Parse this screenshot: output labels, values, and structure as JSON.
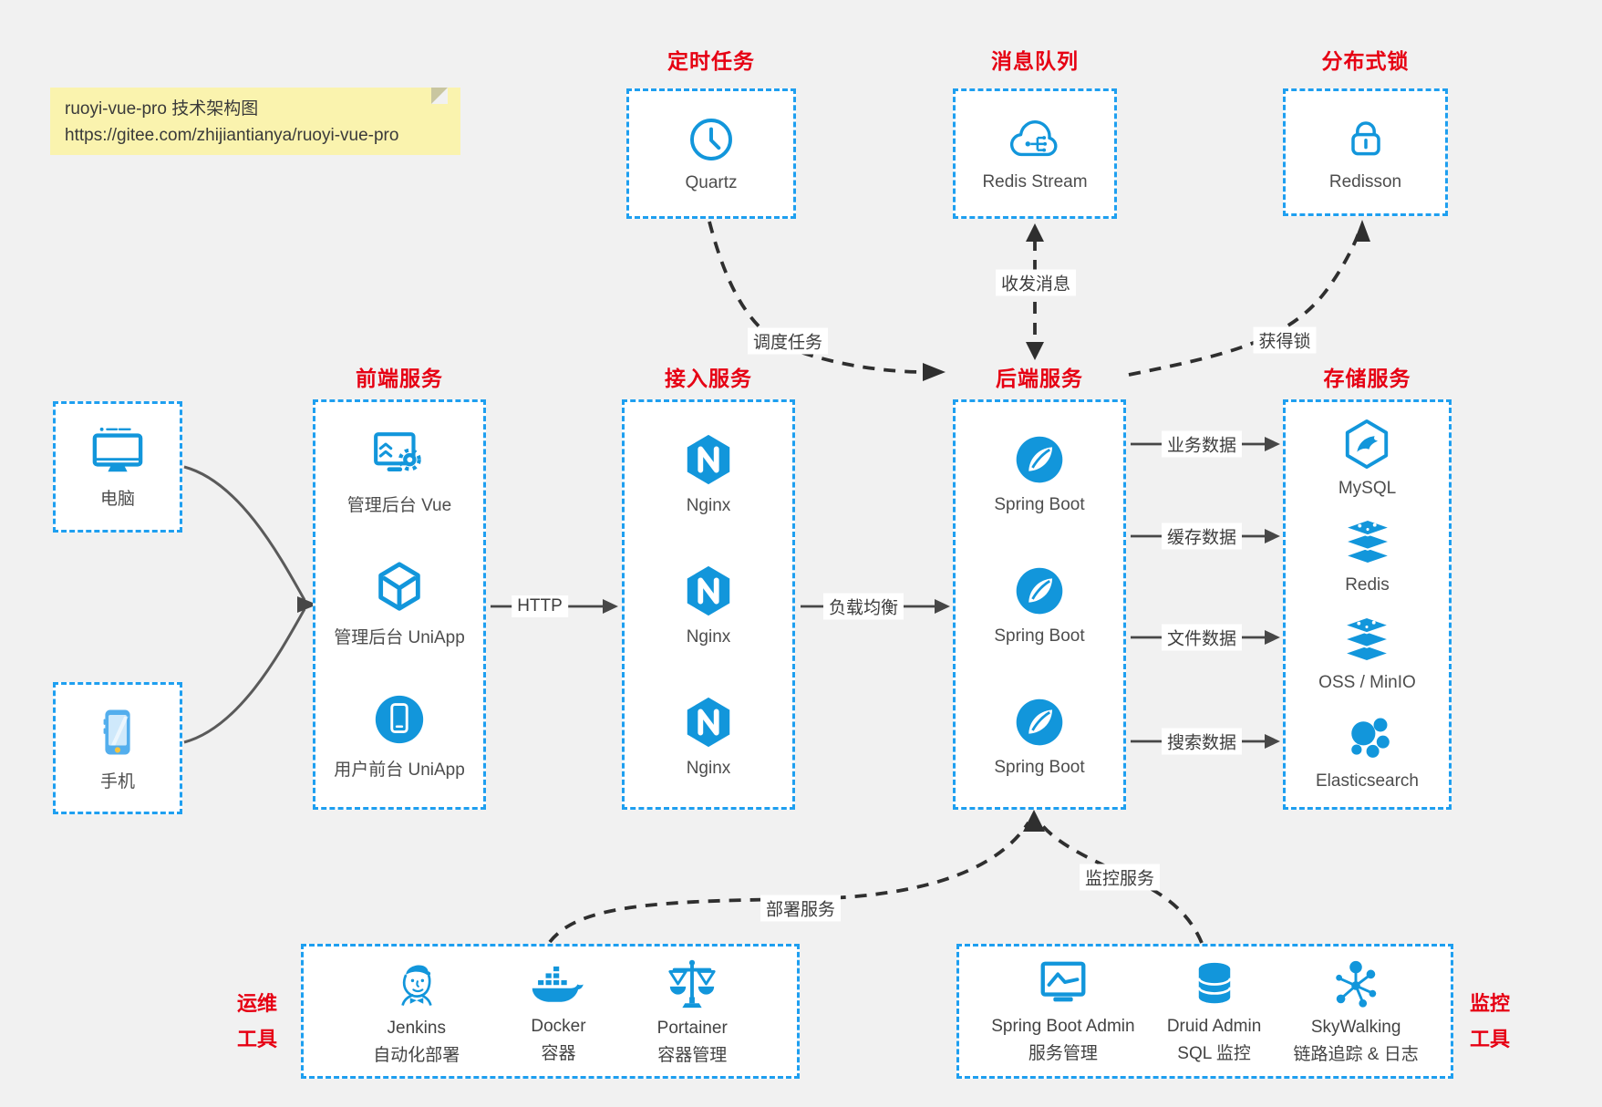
{
  "note": {
    "title": "ruoyi-vue-pro 技术架构图",
    "url": "https://gitee.com/zhijiantianya/ruoyi-vue-pro"
  },
  "colors": {
    "icon_blue": "#1296db",
    "border_blue": "#1e9ff0",
    "title_red": "#e60013",
    "note_bg": "#faf3ae",
    "background": "#f1f1f1"
  },
  "top_groups": [
    {
      "title": "定时任务",
      "item": {
        "label": "Quartz",
        "icon": "clock-icon"
      }
    },
    {
      "title": "消息队列",
      "item": {
        "label": "Redis Stream",
        "icon": "cloud-stream-icon"
      }
    },
    {
      "title": "分布式锁",
      "item": {
        "label": "Redisson",
        "icon": "lock-icon"
      }
    }
  ],
  "clients": [
    {
      "label": "电脑",
      "icon": "desktop-icon"
    },
    {
      "label": "手机",
      "icon": "mobile-icon"
    }
  ],
  "service_columns": [
    {
      "title": "前端服务",
      "items": [
        {
          "label": "管理后台 Vue",
          "icon": "admin-vue-icon"
        },
        {
          "label": "管理后台 UniApp",
          "icon": "uniapp-cube-icon"
        },
        {
          "label": "用户前台 UniApp",
          "icon": "user-uniapp-icon"
        }
      ]
    },
    {
      "title": "接入服务",
      "items": [
        {
          "label": "Nginx",
          "icon": "nginx-icon"
        },
        {
          "label": "Nginx",
          "icon": "nginx-icon"
        },
        {
          "label": "Nginx",
          "icon": "nginx-icon"
        }
      ]
    },
    {
      "title": "后端服务",
      "items": [
        {
          "label": "Spring Boot",
          "icon": "spring-boot-icon"
        },
        {
          "label": "Spring Boot",
          "icon": "spring-boot-icon"
        },
        {
          "label": "Spring Boot",
          "icon": "spring-boot-icon"
        }
      ]
    },
    {
      "title": "存储服务",
      "items": [
        {
          "label": "MySQL",
          "icon": "mysql-icon"
        },
        {
          "label": "Redis",
          "icon": "redis-icon"
        },
        {
          "label": "OSS / MinIO",
          "icon": "oss-minio-icon"
        },
        {
          "label": "Elasticsearch",
          "icon": "elasticsearch-icon"
        }
      ]
    }
  ],
  "edges": {
    "http": "HTTP",
    "load_balance": "负载均衡",
    "business_data": "业务数据",
    "cache_data": "缓存数据",
    "file_data": "文件数据",
    "search_data": "搜索数据",
    "schedule_task": "调度任务",
    "send_receive_message": "收发消息",
    "acquire_lock": "获得锁",
    "deploy_service": "部署服务",
    "monitor_service": "监控服务"
  },
  "bottom_groups": [
    {
      "side_label_line1": "运维",
      "side_label_line2": "工具",
      "items": [
        {
          "name": "Jenkins",
          "desc": "自动化部署",
          "icon": "jenkins-icon"
        },
        {
          "name": "Docker",
          "desc": "容器",
          "icon": "docker-icon"
        },
        {
          "name": "Portainer",
          "desc": "容器管理",
          "icon": "portainer-icon"
        }
      ]
    },
    {
      "side_label_line1": "监控",
      "side_label_line2": "工具",
      "items": [
        {
          "name": "Spring Boot Admin",
          "desc": "服务管理",
          "icon": "springboot-admin-icon"
        },
        {
          "name": "Druid Admin",
          "desc": "SQL 监控",
          "icon": "druid-icon"
        },
        {
          "name": "SkyWalking",
          "desc": "链路追踪 & 日志",
          "icon": "skywalking-icon"
        }
      ]
    }
  ]
}
